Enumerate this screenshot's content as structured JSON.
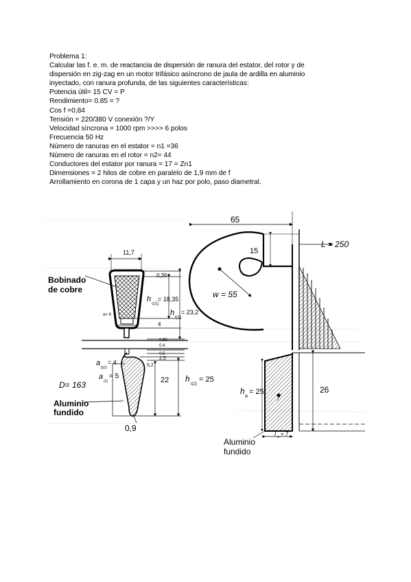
{
  "problem": {
    "lines": [
      "Problema 1:",
      "Calcular las f. e. m.  de reactancia de dispersión de ranura del estator, del rotor  y de",
      "dispersión en zig-zag en un motor trifásico asíncrono de jaula de ardilla en aluminio",
      "inyectado, con ranura profunda, de las siguientes características:",
      "Potencia útil= 15  CV = P",
      "Rendimiento= 0.85 = ?",
      "Cos f    =0,84",
      "Tensión = 220/380  V conexión ?/Y",
      "Velocidad síncrona = 1000 rpm >>>> 6  polos",
      "Frecuencia 50  Hz",
      "Número de ranuras en el estator = n1 =36",
      "Número de ranuras en el rotor = n2= 44",
      "Conductores del estator por ranura = 17    = Zn1",
      "Dimensiones = 2 hilos de cobre en paralelo de 1,9  mm de f",
      "Arrollamiento en corona de 1  capa y un haz por polo, paso diametral."
    ]
  },
  "figure": {
    "slot": {
      "width_top": "11,7",
      "label_copper": [
        "Bobinado",
        "de cobre"
      ],
      "dim_035": "0,35",
      "hc1": "h",
      "hc1_sub": "c(1)",
      "hc1_val": "= 18,35",
      "ht1": "h",
      "ht1_sub": "t(1)",
      "ht1_val": "= 23,2",
      "dim_4": "4",
      "alpha8": "α= 8",
      "dim_095": "0,95",
      "dim_04": "0,4",
      "dim_25": "2,5",
      "dim_05": "0,5",
      "ab_label": "a",
      "ab_sub": "β(1)",
      "ab_val": "= 4",
      "a2_label": "a",
      "a2_sub": "(2)",
      "a2_val": "= 5",
      "d_label": "D= 163",
      "dim_22": "22",
      "ht2": "h",
      "ht2_sub": "t(2)",
      "ht2_val": "= 25",
      "label_alu": [
        "Aluminio",
        "fundido"
      ],
      "dim_09": "0,9",
      "dim_52": "5,2"
    },
    "ring": {
      "dim_65": "65",
      "dim_15": "15",
      "L": "L = 250",
      "w": "w = 55",
      "ha": "h",
      "ha_sub": "a",
      "ha_val": "= 25",
      "dim_26": "26",
      "la": "l",
      "la_sub": "a",
      "la_val": "= 7",
      "label_alu": [
        "Aluminio",
        "fundido"
      ]
    }
  }
}
